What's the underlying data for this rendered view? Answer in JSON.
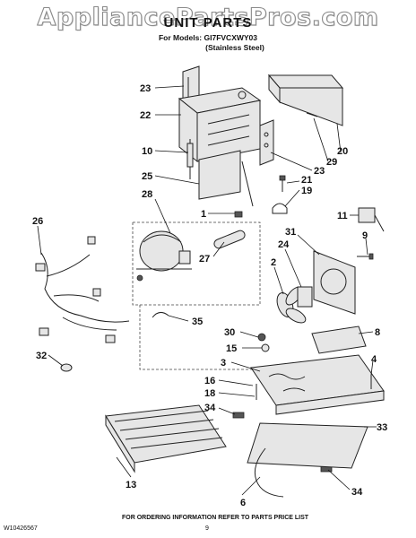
{
  "watermark": "AppliancePartsPros.com",
  "header": {
    "title": "UNIT PARTS",
    "for_models_label": "For Models: GI7FVCXWY03",
    "finish": "(Stainless Steel)"
  },
  "callouts": [
    "23",
    "22",
    "10",
    "25",
    "28",
    "26",
    "1",
    "27",
    "2",
    "24",
    "31",
    "35",
    "30",
    "15",
    "3",
    "16",
    "18",
    "34",
    "32",
    "13",
    "6",
    "33",
    "34",
    "4",
    "8",
    "9",
    "11",
    "19",
    "21",
    "23",
    "29",
    "20"
  ],
  "footer": {
    "doc_number": "W10426567",
    "page_number": "9",
    "notice": "FOR ORDERING INFORMATION REFER TO PARTS PRICE LIST"
  }
}
